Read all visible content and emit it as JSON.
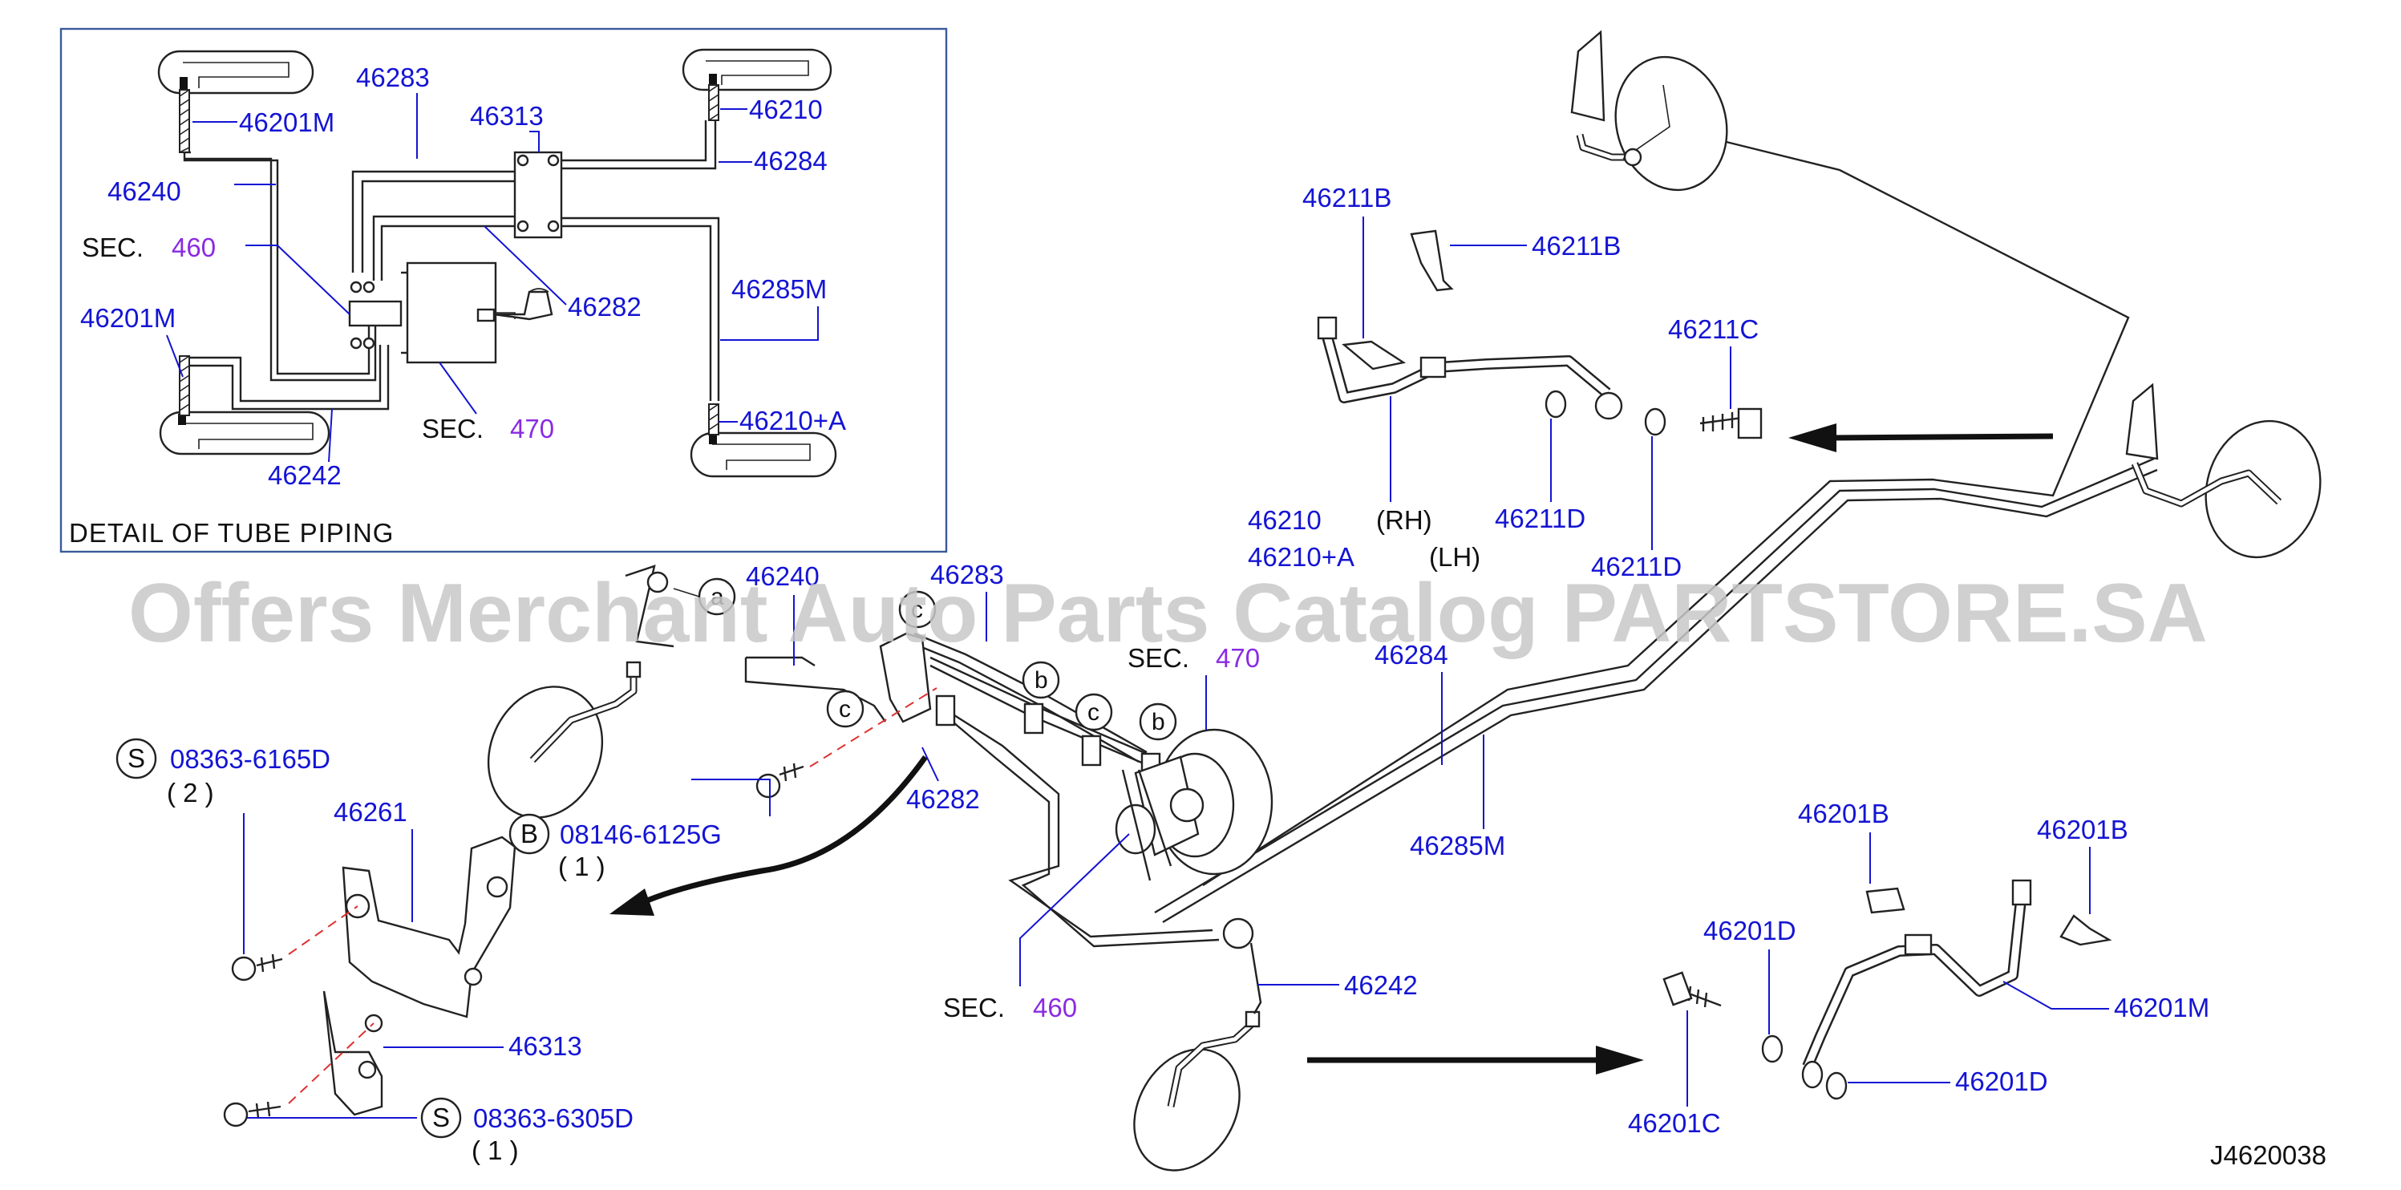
{
  "detail": {
    "caption": "DETAIL  OF  TUBE  PIPING",
    "labels": {
      "p46283": "46283",
      "p46313": "46313",
      "p46201m_top": "46201M",
      "p46210": "46210",
      "p46284": "46284",
      "p46240": "46240",
      "sec460_word": "SEC.",
      "sec460_num": "460",
      "p46282": "46282",
      "p46285m": "46285M",
      "p46201m_left": "46201M",
      "p46210a": "46210+A",
      "sec470_word": "SEC.",
      "sec470_num": "470",
      "p46242": "46242"
    }
  },
  "front": {
    "p46211b_a": "46211B",
    "p46211b_b": "46211B",
    "p46211c": "46211C",
    "p46210": "46210",
    "p46210a": "46210+A",
    "rh": "(RH)",
    "lh": "(LH)",
    "p46211d_a": "46211D",
    "p46211d_b": "46211D"
  },
  "center": {
    "p46240": "46240",
    "p46283": "46283",
    "sec470_word": "SEC.",
    "sec470_num": "470",
    "p46284": "46284",
    "p46285m": "46285M",
    "p46282": "46282",
    "p46242": "46242",
    "sec460_word": "SEC.",
    "sec460_num": "460",
    "circle_a": "a",
    "circle_b": "b",
    "circle_c": "c"
  },
  "left": {
    "s_symbol": "S",
    "b_symbol": "B",
    "bolt1": "08363-6165D",
    "bolt1_qty": "( 2 )",
    "p46261": "46261",
    "bolt2": "08146-6125G",
    "bolt2_qty": "( 1 )",
    "p46313": "46313",
    "bolt3": "08363-6305D",
    "bolt3_qty": "( 1 )"
  },
  "rear": {
    "p46201b_a": "46201B",
    "p46201b_b": "46201B",
    "p46201d_a": "46201D",
    "p46201m": "46201M",
    "p46201d_b": "46201D",
    "p46201c": "46201C"
  },
  "diagram_code": "J4620038",
  "watermark": "Offers Merchant Auto Parts Catalog PARTSTORE.SA",
  "colors": {
    "part_number": "#1414d4",
    "section_ref": "#8a2be2",
    "line": "#222222",
    "watermark": "#c8c8c8",
    "dashed_leader": "#e03030"
  }
}
